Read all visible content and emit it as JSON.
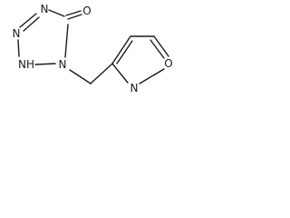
{
  "molecule": {
    "atoms": {
      "n_tetrazole_top": "N",
      "n_tetrazole_left": "N",
      "nh_tetrazole": "NH",
      "n_tetrazole_sub": "N",
      "o_carbonyl": "O",
      "o_isoxazole": "O",
      "n_isoxazole": "N"
    }
  }
}
